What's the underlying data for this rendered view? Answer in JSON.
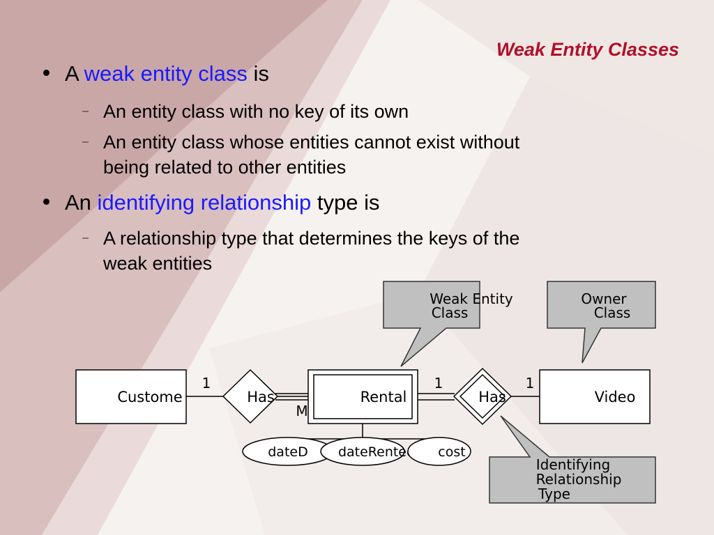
{
  "slide": {
    "title": "Weak Entity Classes",
    "bullets": [
      {
        "prefix": "A ",
        "highlight": "weak entity class",
        "suffix": " is",
        "subs": [
          [
            "An entity class with no key of its own"
          ],
          [
            "An entity class whose entities cannot exist without",
            "being related to other entities"
          ]
        ]
      },
      {
        "prefix": "An ",
        "highlight": "identifying relationship",
        "suffix": " type is",
        "subs": [
          [
            "A relationship type that determines the keys of the",
            "weak entities"
          ]
        ]
      }
    ]
  },
  "diagram": {
    "entities": {
      "customer": "Custome",
      "rental": "Rental",
      "video": "Video"
    },
    "relationships": {
      "has_left": "Has",
      "has_right": "Has"
    },
    "cardinalities": {
      "left_one": "1",
      "left_many": "M",
      "right_one_a": "1",
      "right_one_b": "1"
    },
    "attributes": {
      "date_due": "dateD",
      "date_rented": "dateRented",
      "cost": "cost"
    },
    "callouts": {
      "weak_entity": [
        "Weak Entity",
        "Class"
      ],
      "owner": [
        "Owner",
        "Class"
      ],
      "identifying": [
        "Identifying",
        "Relationship",
        "Type"
      ]
    }
  },
  "colors": {
    "title": "#b0102a",
    "highlight": "#1a1aff",
    "callout_fill": "#c0c0c0",
    "background_stripe": "#b98a8a"
  }
}
